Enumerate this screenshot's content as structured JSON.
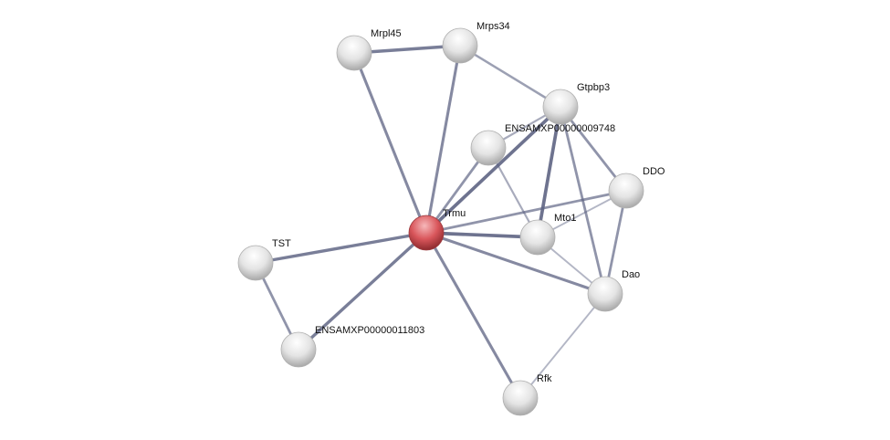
{
  "network": {
    "query_color": "#d9565b",
    "node_color": "#e8e8e8",
    "edge_color": "#5a6080",
    "nodes": [
      {
        "id": "Mrpl45",
        "label": "Mrpl45",
        "query": false
      },
      {
        "id": "Mrps34",
        "label": "Mrps34",
        "query": false
      },
      {
        "id": "Gtpbp3",
        "label": "Gtpbp3",
        "query": false
      },
      {
        "id": "ENSAMXP00000009748",
        "label": "ENSAMXP00000009748",
        "query": false
      },
      {
        "id": "DDO",
        "label": "DDO",
        "query": false
      },
      {
        "id": "Trmu",
        "label": "Trmu",
        "query": true
      },
      {
        "id": "Mto1",
        "label": "Mto1",
        "query": false
      },
      {
        "id": "TST",
        "label": "TST",
        "query": false
      },
      {
        "id": "Dao",
        "label": "Dao",
        "query": false
      },
      {
        "id": "ENSAMXP00000011803",
        "label": "ENSAMXP00000011803",
        "query": false
      },
      {
        "id": "Rfk",
        "label": "Rfk",
        "query": false
      }
    ],
    "edges": [
      {
        "a": "Mrpl45",
        "b": "Mrps34",
        "score": 0.8
      },
      {
        "a": "Mrpl45",
        "b": "Trmu",
        "score": 0.7
      },
      {
        "a": "Mrps34",
        "b": "Trmu",
        "score": 0.7
      },
      {
        "a": "Mrps34",
        "b": "Gtpbp3",
        "score": 0.5
      },
      {
        "a": "Gtpbp3",
        "b": "ENSAMXP00000009748",
        "score": 0.4
      },
      {
        "a": "Gtpbp3",
        "b": "Trmu",
        "score": 0.9
      },
      {
        "a": "Gtpbp3",
        "b": "Mto1",
        "score": 0.9
      },
      {
        "a": "Gtpbp3",
        "b": "DDO",
        "score": 0.6
      },
      {
        "a": "Gtpbp3",
        "b": "Dao",
        "score": 0.6
      },
      {
        "a": "ENSAMXP00000009748",
        "b": "Trmu",
        "score": 0.6
      },
      {
        "a": "ENSAMXP00000009748",
        "b": "Mto1",
        "score": 0.4
      },
      {
        "a": "DDO",
        "b": "Trmu",
        "score": 0.6
      },
      {
        "a": "DDO",
        "b": "Mto1",
        "score": 0.3
      },
      {
        "a": "DDO",
        "b": "Dao",
        "score": 0.6
      },
      {
        "a": "Trmu",
        "b": "Mto1",
        "score": 0.9
      },
      {
        "a": "Trmu",
        "b": "Dao",
        "score": 0.7
      },
      {
        "a": "Trmu",
        "b": "TST",
        "score": 0.8
      },
      {
        "a": "Trmu",
        "b": "ENSAMXP00000011803",
        "score": 0.8
      },
      {
        "a": "Trmu",
        "b": "Rfk",
        "score": 0.7
      },
      {
        "a": "TST",
        "b": "ENSAMXP00000011803",
        "score": 0.6
      },
      {
        "a": "Mto1",
        "b": "Dao",
        "score": 0.3
      },
      {
        "a": "Dao",
        "b": "Rfk",
        "score": 0.3
      }
    ]
  }
}
